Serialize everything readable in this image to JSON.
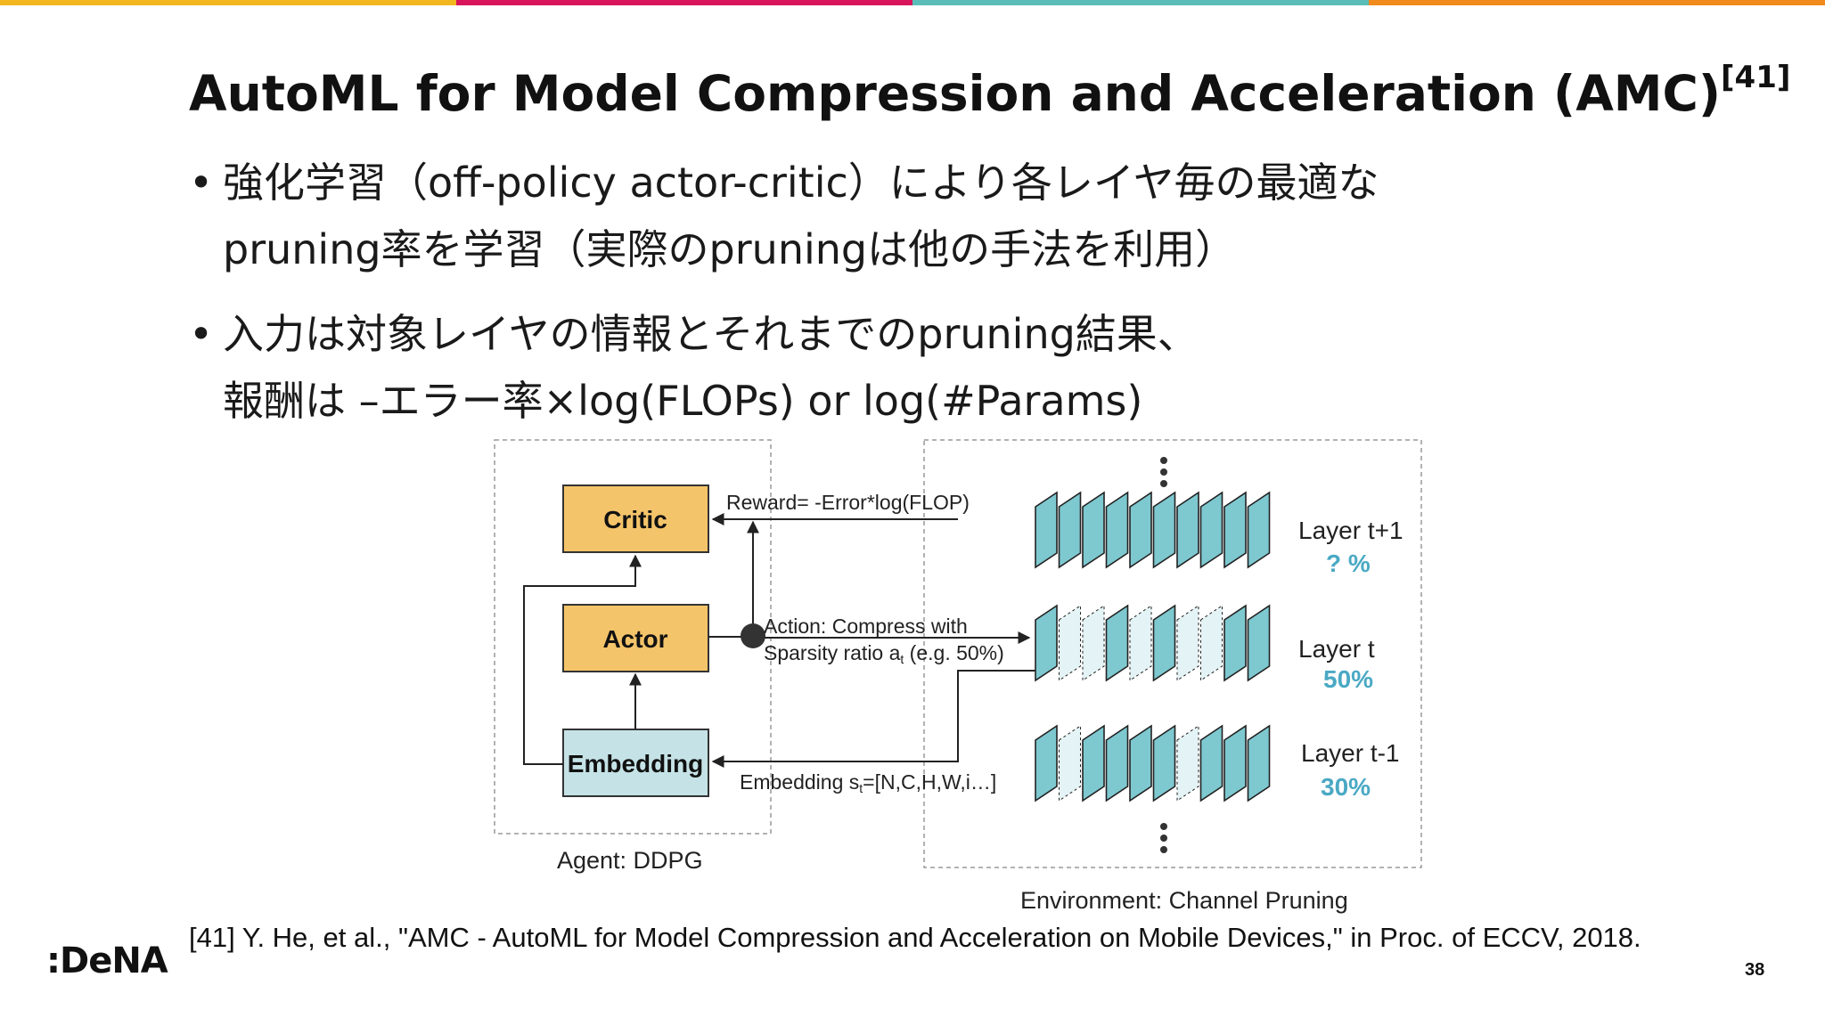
{
  "slide": {
    "title": "AutoML for Model Compression and Acceleration (AMC)",
    "title_ref": "[41]",
    "bullets": [
      {
        "lines": [
          "強化学習（off-policy actor-critic）により各レイヤ毎の最適な",
          "pruning率を学習（実際のpruningは他の手法を利用）"
        ]
      },
      {
        "lines": [
          "入力は対象レイヤの情報とそれまでのpruning結果、",
          "報酬は –エラー率×log(FLOPs) or log(#Params)"
        ]
      }
    ],
    "citation": "[41] Y. He, et al., \"AMC - AutoML for Model Compression and Acceleration on Mobile Devices,\" in Proc. of ECCV, 2018.",
    "logo": ":DeNA",
    "page_number": "38"
  },
  "colors": {
    "bar_yellow": "#f2b61e",
    "bar_magenta": "#d8145a",
    "bar_teal": "#5bbdb8",
    "bar_orange": "#f08a1c",
    "box_orange": "#f4c46a",
    "box_blue": "#c5e3e6",
    "layer_teal": "#7ec8d0",
    "pct_teal": "#4aa9c4"
  },
  "diagram": {
    "agent_label": "Agent: DDPG",
    "environment_label": "Environment: Channel Pruning",
    "critic": "Critic",
    "actor": "Actor",
    "embedding": "Embedding",
    "reward_label": "Reward= -Error*log(FLOP)",
    "action_line1": "Action: Compress with",
    "action_line2": "Sparsity ratio a",
    "action_sub": "t",
    "action_tail": " (e.g. 50%)",
    "embedding_label": "Embedding s",
    "embedding_sub": "t",
    "embedding_tail": "=[N,C,H,W,i…]",
    "layers": [
      {
        "name": "Layer t+1",
        "pct": "? %"
      },
      {
        "name": "Layer t",
        "pct": "50%"
      },
      {
        "name": "Layer t-1",
        "pct": "30%"
      }
    ]
  }
}
